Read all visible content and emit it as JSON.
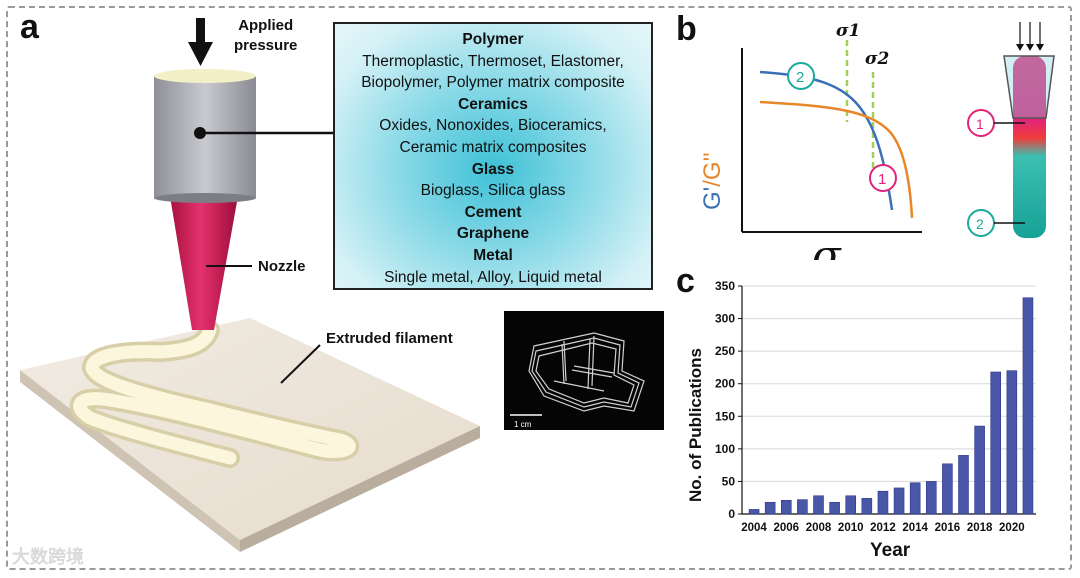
{
  "panel_labels": {
    "a": "a",
    "b": "b",
    "c": "c"
  },
  "panel_a": {
    "applied_pressure": [
      "Applied",
      "pressure"
    ],
    "nozzle": "Nozzle",
    "extruded_filament": "Extruded filament",
    "materials": [
      {
        "heading": "Polymer",
        "lines": [
          "Thermoplastic, Thermoset, Elastomer,",
          "Biopolymer, Polymer matrix composite"
        ]
      },
      {
        "heading": "Ceramics",
        "lines": [
          "Oxides, Nonoxides, Bioceramics,",
          "Ceramic matrix composites"
        ]
      },
      {
        "heading": "Glass",
        "lines": [
          "Bioglass, Silica glass"
        ]
      },
      {
        "heading": "Cement",
        "lines": []
      },
      {
        "heading": "Graphene",
        "lines": []
      },
      {
        "heading": "Metal",
        "lines": [
          "Single metal, Alloy, Liquid metal"
        ]
      }
    ],
    "scale_bar": "1 cm"
  },
  "panel_b": {
    "y_label_g1": "G'",
    "y_label_sep": "/",
    "y_label_g2": "G''",
    "x_label": "σ",
    "sigma1": "σ1",
    "sigma2": "σ2",
    "marker_1": "1",
    "marker_2": "2",
    "colors": {
      "g_prime": "#3b6fb6",
      "g_double_prime": "#e8862a",
      "marker1": "#e0247a",
      "marker2": "#1aa99a",
      "dash": "#9fd05a"
    }
  },
  "watermark": "大数跨境",
  "chart_data": {
    "type": "bar",
    "categories": [
      "2004",
      "2005",
      "2006",
      "2007",
      "2008",
      "2009",
      "2010",
      "2011",
      "2012",
      "2013",
      "2014",
      "2015",
      "2016",
      "2017",
      "2018",
      "2019",
      "2020",
      "2021"
    ],
    "values": [
      7,
      18,
      21,
      22,
      28,
      18,
      28,
      24,
      35,
      40,
      48,
      50,
      77,
      90,
      135,
      218,
      220,
      332
    ],
    "xlabel": "Year",
    "ylabel": "No. of Publications",
    "ylim": [
      0,
      350
    ],
    "yticks": [
      0,
      50,
      100,
      150,
      200,
      250,
      300,
      350
    ],
    "xtick_labels": [
      "2004",
      "2006",
      "2008",
      "2010",
      "2012",
      "2014",
      "2016",
      "2018",
      "2020"
    ],
    "grid": true,
    "bar_color": "#4a56a8"
  }
}
